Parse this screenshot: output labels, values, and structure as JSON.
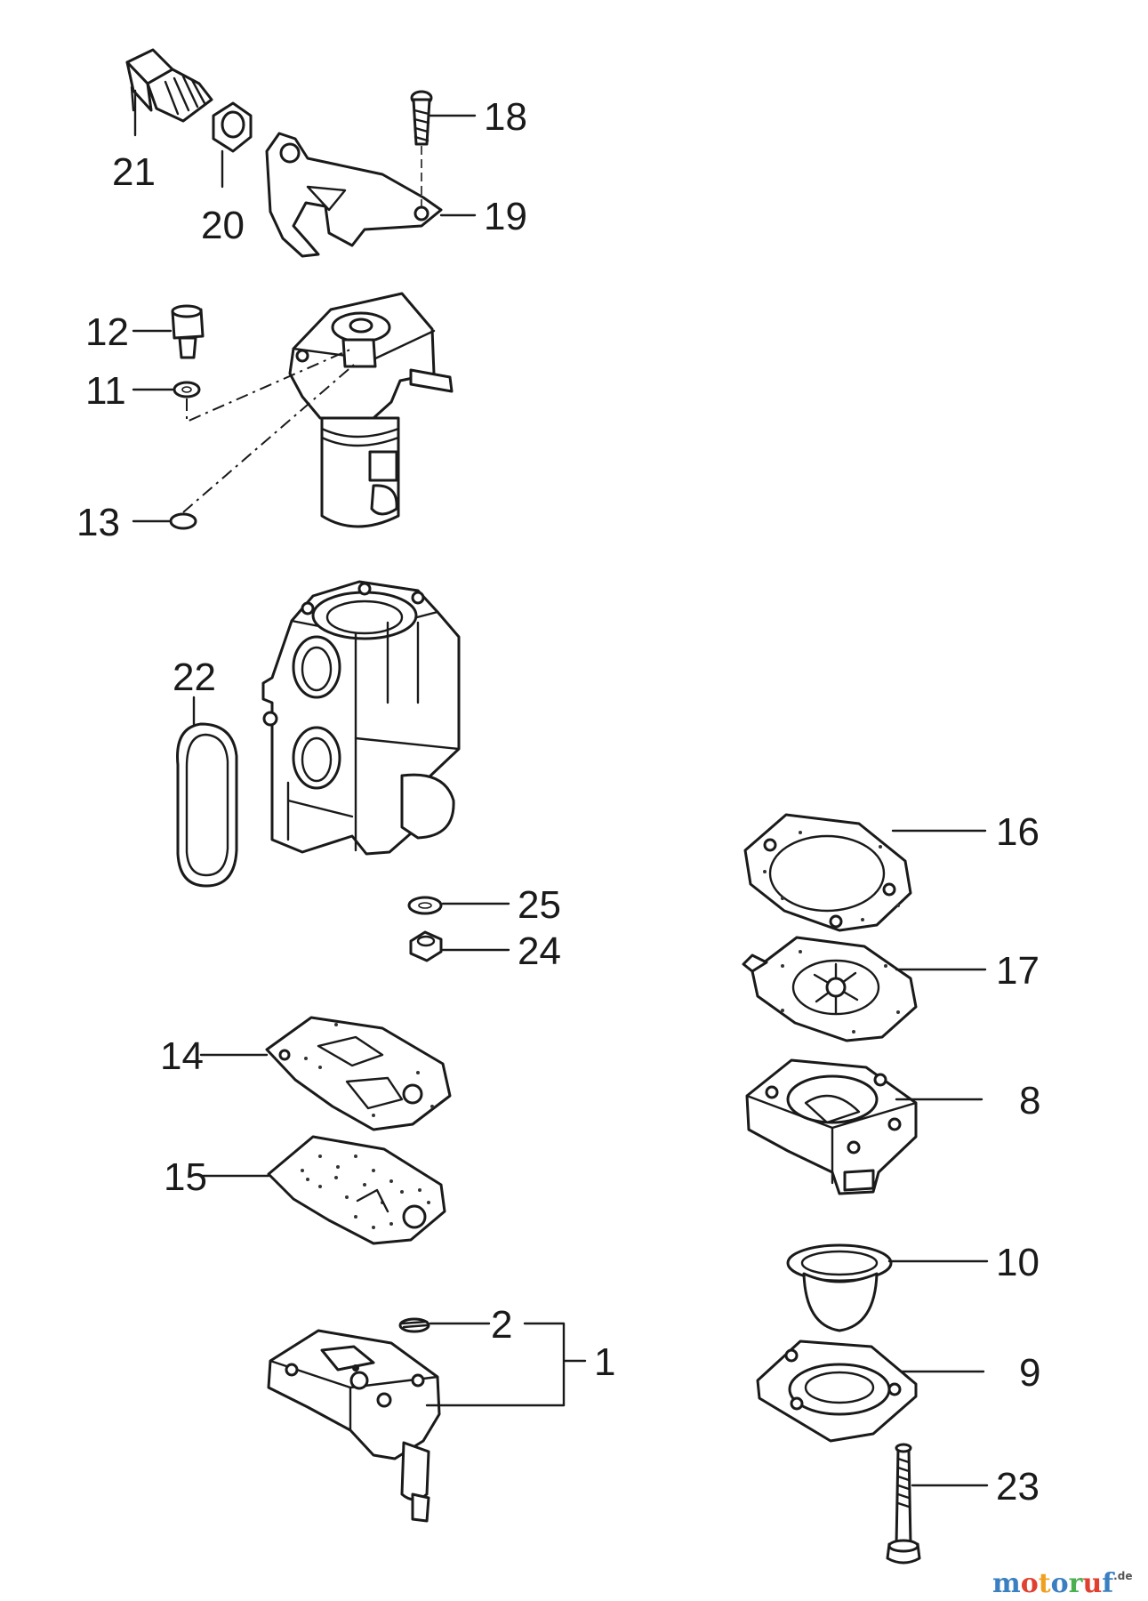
{
  "callouts": {
    "p1": "1",
    "p2": "2",
    "p8": "8",
    "p9": "9",
    "p10": "10",
    "p11": "11",
    "p12": "12",
    "p13": "13",
    "p14": "14",
    "p15": "15",
    "p16": "16",
    "p17": "17",
    "p18": "18",
    "p19": "19",
    "p20": "20",
    "p21": "21",
    "p22": "22",
    "p23": "23",
    "p24": "24",
    "p25": "25"
  },
  "watermark": {
    "parts": [
      "m",
      "o",
      "t",
      "o",
      "r",
      "u",
      "f"
    ],
    "suffix": ".de",
    "colors": [
      "#3a7fc1",
      "#e0402f",
      "#f0a020",
      "#3a7fc1",
      "#4caf50",
      "#e0402f",
      "#3a7fc1"
    ]
  }
}
